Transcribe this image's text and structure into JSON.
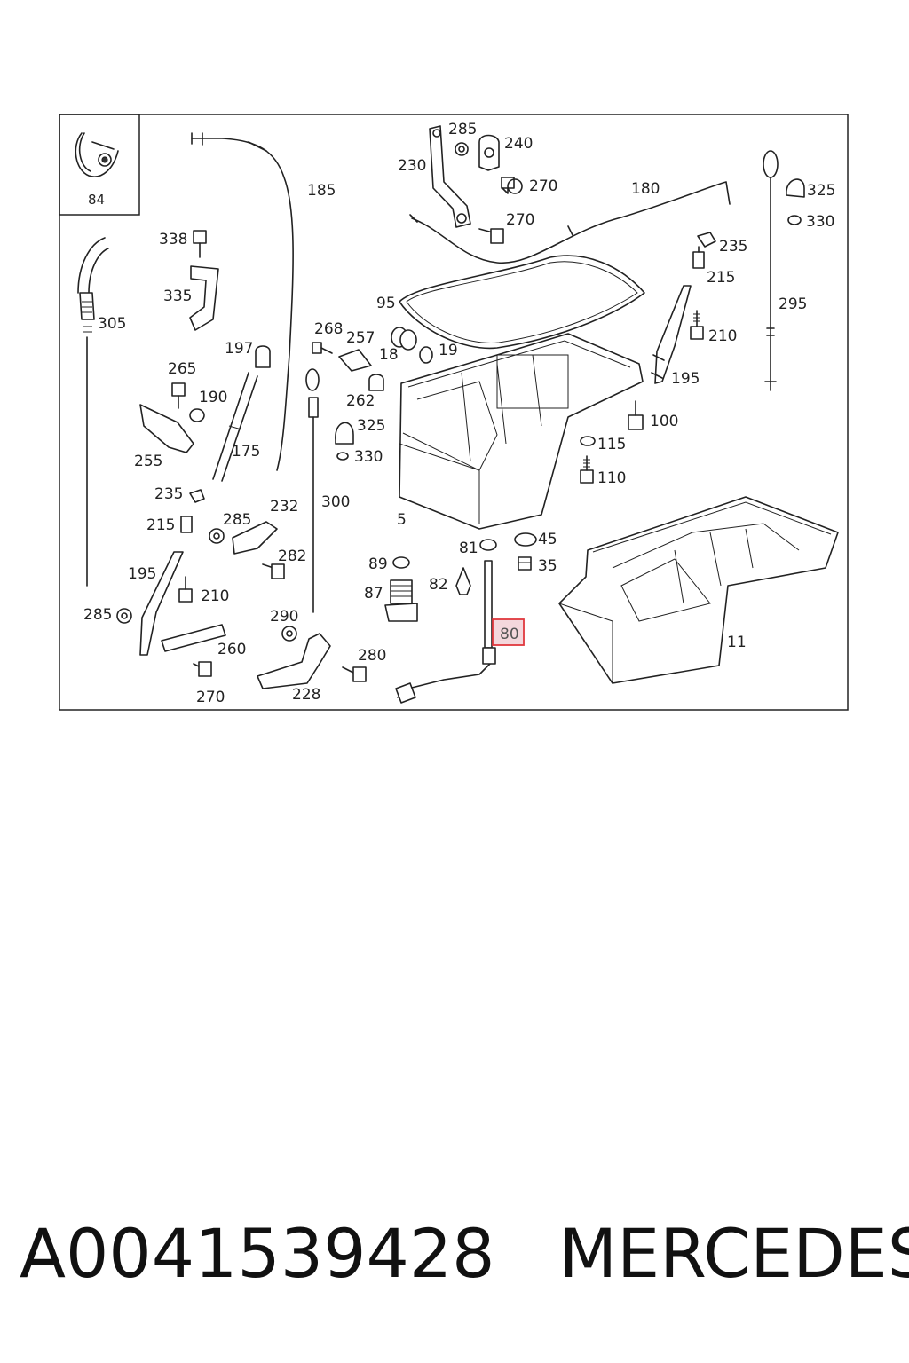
{
  "inset": {
    "label": "84"
  },
  "callouts": [
    {
      "id": "185",
      "label": "185"
    },
    {
      "id": "285a",
      "label": "285"
    },
    {
      "id": "240",
      "label": "240"
    },
    {
      "id": "230",
      "label": "230"
    },
    {
      "id": "270a",
      "label": "270"
    },
    {
      "id": "180",
      "label": "180"
    },
    {
      "id": "325a",
      "label": "325"
    },
    {
      "id": "330a",
      "label": "330"
    },
    {
      "id": "270b",
      "label": "270"
    },
    {
      "id": "338",
      "label": "338"
    },
    {
      "id": "235a",
      "label": "235"
    },
    {
      "id": "215a",
      "label": "215"
    },
    {
      "id": "95",
      "label": "95"
    },
    {
      "id": "335",
      "label": "335"
    },
    {
      "id": "295",
      "label": "295"
    },
    {
      "id": "305",
      "label": "305"
    },
    {
      "id": "268",
      "label": "268"
    },
    {
      "id": "257",
      "label": "257"
    },
    {
      "id": "210a",
      "label": "210"
    },
    {
      "id": "197",
      "label": "197"
    },
    {
      "id": "18",
      "label": "18"
    },
    {
      "id": "19",
      "label": "19"
    },
    {
      "id": "195a",
      "label": "195"
    },
    {
      "id": "265",
      "label": "265"
    },
    {
      "id": "190",
      "label": "190"
    },
    {
      "id": "262",
      "label": "262"
    },
    {
      "id": "100",
      "label": "100"
    },
    {
      "id": "325b",
      "label": "325"
    },
    {
      "id": "115",
      "label": "115"
    },
    {
      "id": "175",
      "label": "175"
    },
    {
      "id": "330b",
      "label": "330"
    },
    {
      "id": "255",
      "label": "255"
    },
    {
      "id": "110",
      "label": "110"
    },
    {
      "id": "235b",
      "label": "235"
    },
    {
      "id": "300",
      "label": "300"
    },
    {
      "id": "232",
      "label": "232"
    },
    {
      "id": "215b",
      "label": "215"
    },
    {
      "id": "285b",
      "label": "285"
    },
    {
      "id": "5",
      "label": "5"
    },
    {
      "id": "81",
      "label": "81"
    },
    {
      "id": "45",
      "label": "45"
    },
    {
      "id": "282",
      "label": "282"
    },
    {
      "id": "89",
      "label": "89"
    },
    {
      "id": "35",
      "label": "35"
    },
    {
      "id": "195b",
      "label": "195"
    },
    {
      "id": "82",
      "label": "82"
    },
    {
      "id": "210b",
      "label": "210"
    },
    {
      "id": "87",
      "label": "87"
    },
    {
      "id": "285c",
      "label": "285"
    },
    {
      "id": "290",
      "label": "290"
    },
    {
      "id": "80",
      "label": "80",
      "highlighted": true
    },
    {
      "id": "11",
      "label": "11"
    },
    {
      "id": "260",
      "label": "260"
    },
    {
      "id": "280",
      "label": "280"
    },
    {
      "id": "270c",
      "label": "270"
    },
    {
      "id": "228",
      "label": "228"
    }
  ],
  "caption": {
    "part_number": "A0041539428",
    "brand": "MERCEDES"
  },
  "colors": {
    "highlight": "#e0393e",
    "highlight_fill": "#f4d7dc",
    "ink": "#222222"
  }
}
